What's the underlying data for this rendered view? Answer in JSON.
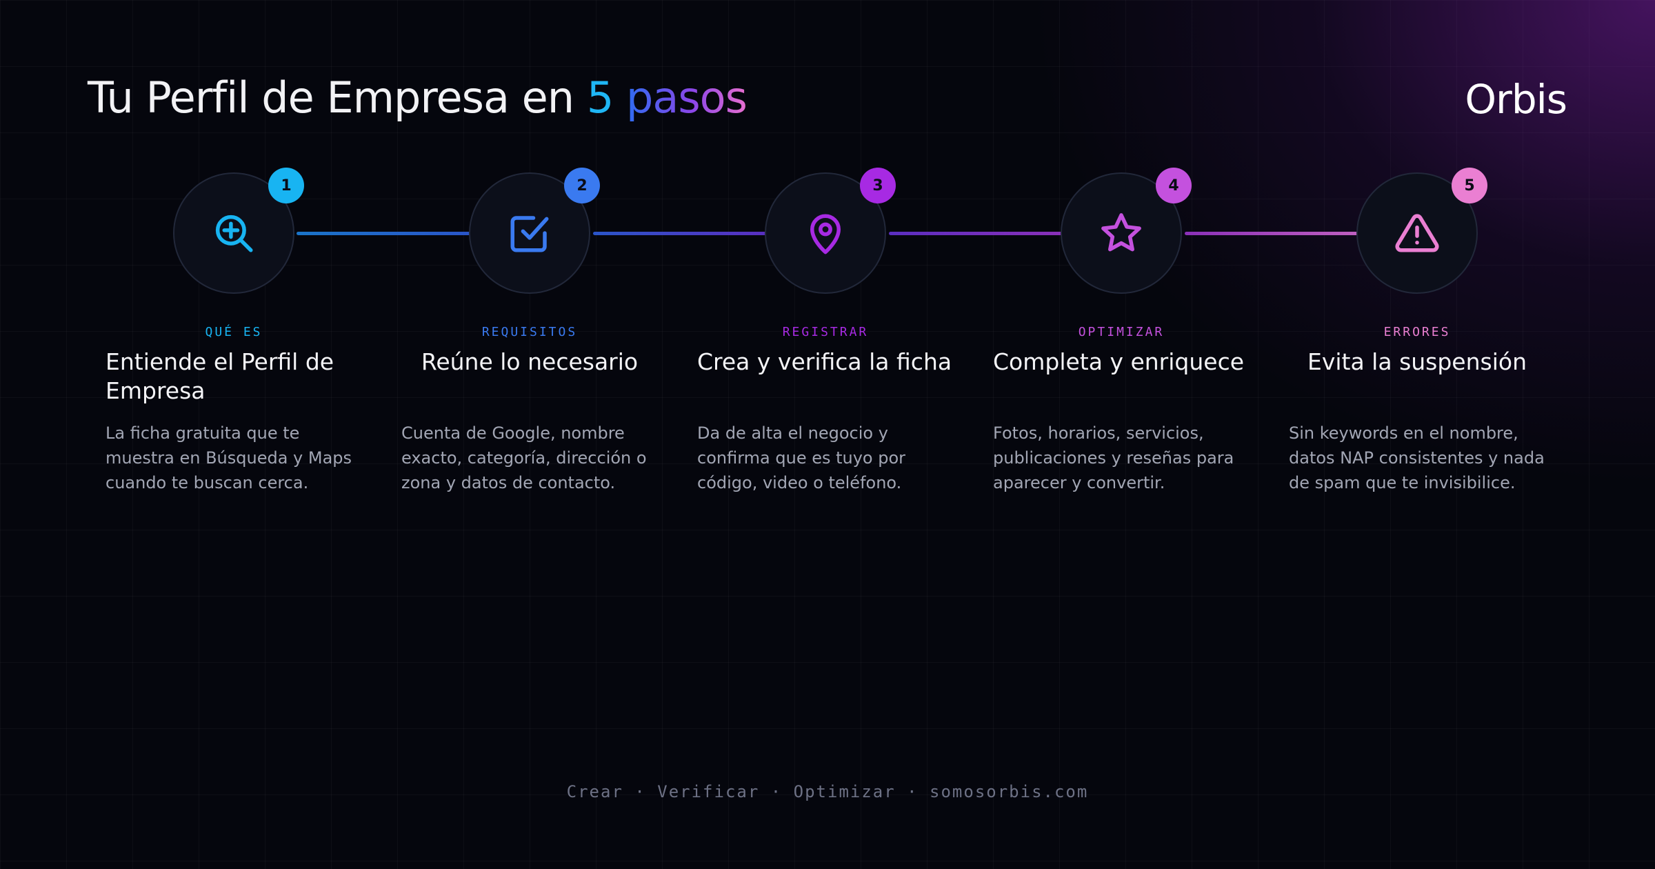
{
  "header": {
    "title_prefix": "Tu Perfil de Empresa en",
    "title_number": "5",
    "title_word": "pasos",
    "brand": "Orbis"
  },
  "steps": [
    {
      "number": "1",
      "icon": "zoom-in-icon",
      "color": "#18b4f2",
      "kicker": "QUÉ ES",
      "heading": "Entiende el Perfil de Empresa",
      "description": "La ficha gratuita que te muestra en Búsqueda y Maps cuando te buscan cerca."
    },
    {
      "number": "2",
      "icon": "checkbox-icon",
      "color": "#3a7af0",
      "kicker": "REQUISITOS",
      "heading": "Reúne lo necesario",
      "description": "Cuenta de Google, nombre exacto, categoría, dirección o zona y datos de contacto."
    },
    {
      "number": "3",
      "icon": "map-pin-icon",
      "color": "#a72ae3",
      "kicker": "REGISTRAR",
      "heading": "Crea y verifica la ficha",
      "description": "Da de alta el negocio y confirma que es tuyo por código, video o teléfono."
    },
    {
      "number": "4",
      "icon": "star-icon",
      "color": "#c451de",
      "kicker": "OPTIMIZAR",
      "heading": "Completa y enriquece",
      "description": "Fotos, horarios, servicios, publicaciones y reseñas para aparecer y convertir."
    },
    {
      "number": "5",
      "icon": "warning-triangle-icon",
      "color": "#ea7fd2",
      "kicker": "ERRORES",
      "heading": "Evita la suspensión",
      "description": "Sin keywords en el nombre, datos NAP consistentes y nada de spam que te invisibilice."
    }
  ],
  "connector_colors": [
    [
      "#1a74c8",
      "#2a55c8"
    ],
    [
      "#2a55c8",
      "#5a2ec0"
    ],
    [
      "#5a2ec0",
      "#8a30b8"
    ],
    [
      "#8a30b8",
      "#c060c0"
    ]
  ],
  "footer": {
    "text": "Crear · Verificar · Optimizar · somosorbis.com"
  }
}
